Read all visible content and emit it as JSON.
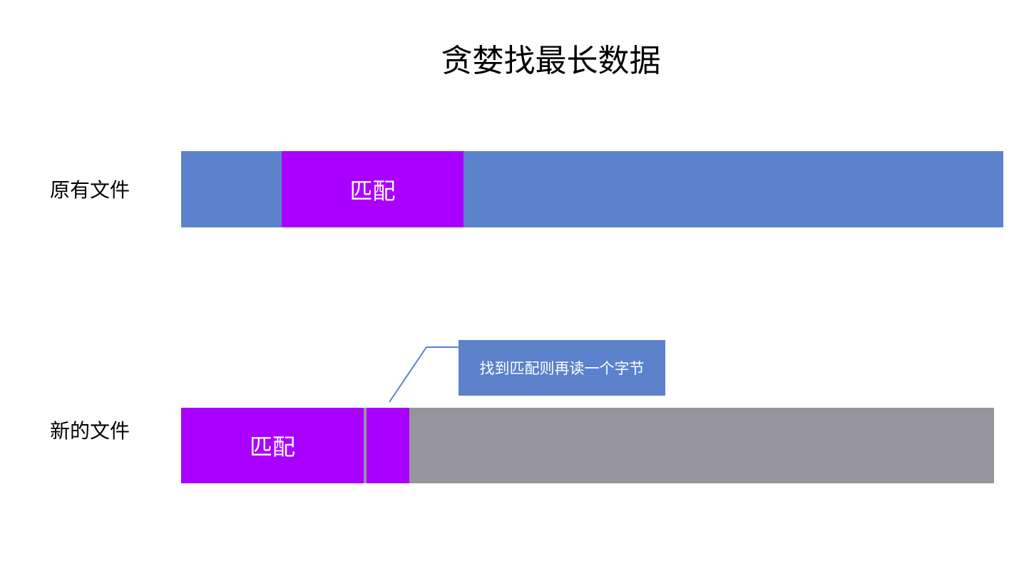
{
  "title": "贪婪找最长数据",
  "colors": {
    "file_blue": "#5b82cb",
    "match_purple": "#aa00ff",
    "unmatched_gray": "#96959b",
    "connector": "#5b82cb"
  },
  "original_file": {
    "label": "原有文件",
    "match_label": "匹配"
  },
  "new_file": {
    "label": "新的文件",
    "match_label": "匹配"
  },
  "callout": {
    "text": "找到匹配则再读一个字节"
  }
}
